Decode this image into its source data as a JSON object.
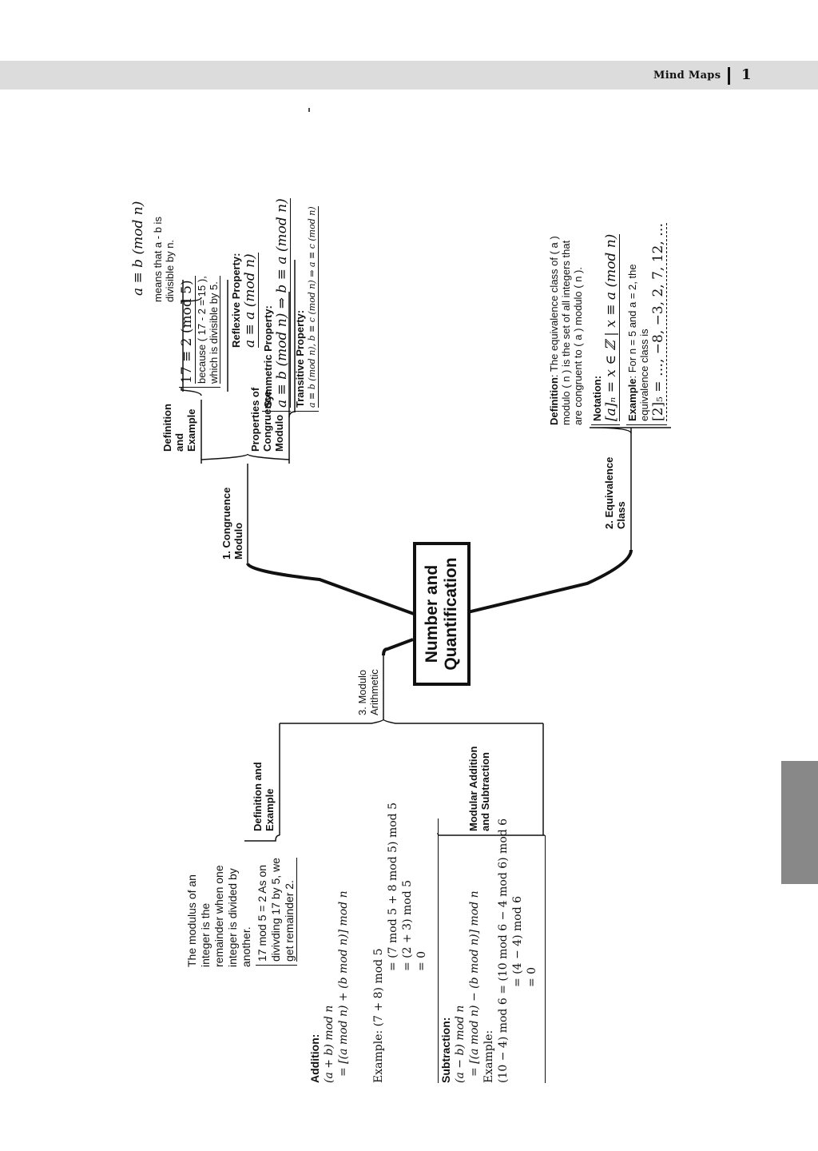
{
  "header": {
    "title": "Mind Maps",
    "page_number": "1"
  },
  "root": {
    "label_line1": "Number and",
    "label_line2": "Quantification"
  },
  "branches": {
    "congruence": {
      "label_line1": "1. Congruence",
      "label_line2": "Modulo",
      "definition": {
        "label_line1": "Definition",
        "label_line2": "and",
        "label_line3": "Example",
        "formula": "a ≡ b   (mod n)",
        "text_line1": "means that a - b is",
        "text_line2": "divisible by n.",
        "example_formula": "17 ≡ 2   (mod 5)",
        "example_line1": "because ( 17 - 2 = 15 ),",
        "example_line2": "which is divisible by 5."
      },
      "properties": {
        "label_line1": "Properties of",
        "label_line2": "Congruence",
        "label_line3": "Modulo",
        "reflexive_title": "Reflexive Property:",
        "reflexive_formula": "a ≡ a   (mod n)",
        "symmetric_title": "Symmetric Property:",
        "symmetric_formula": "a ≡ b  (mod n) ⇒ b ≡ a   (mod n)",
        "transitive_title": "Transitive Property:",
        "transitive_formula": "a ≡ b  (mod n), b ≡ c  (mod n) ⇒ a ≡ c  (mod n)"
      }
    },
    "equivalence": {
      "label_line1": "2. Equivalence",
      "label_line2": "Class",
      "definition_bold": "Definition",
      "definition_line1": ": The equivalence class of ( a )",
      "definition_line2": "modulo ( n ) is the set of all integers that",
      "definition_line3": "are congruent to ( a ) modulo ( n ).",
      "notation_title": "Notation:",
      "notation_formula": "[a]ₙ = x ∈ ℤ | x ≡ a   (mod n)",
      "example_bold": "Example",
      "example_line1": ": For n = 5  and a = 2, the",
      "example_line2": "equivalence class is",
      "example_formula": "[2]₅ = …, −8, −3, 2, 7, 12, …"
    },
    "modulo_arithmetic": {
      "label_line1": "3. Modulo",
      "label_line2": "Arithmetic",
      "definition": {
        "label_line1": "Definition and",
        "label_line2": "Example",
        "text_lines": [
          "The modulus of an",
          "integer is the",
          "remainder when one",
          "integer is divided by",
          "another."
        ],
        "example_lines": [
          "17 mod 5 = 2  As on",
          "divivding 17 by 5, we",
          "get remainder 2."
        ]
      },
      "add_sub": {
        "label_line1": "Modular Addition",
        "label_line2": "and Subtraction",
        "addition_title": "Addition:",
        "addition_line1": "(a + b) mod n",
        "addition_line2": "= [(a mod n) + (b mod n)] mod n",
        "addition_example_line1": "Example: (7 + 8) mod 5",
        "addition_example_line2": "= (7 mod 5 + 8 mod 5) mod 5",
        "addition_example_line3": "= (2 + 3) mod 5",
        "addition_example_line4": "= 0",
        "subtraction_title": "Subtraction:",
        "subtraction_line1": "(a − b) mod n",
        "subtraction_line2": "= [(a mod n) − (b mod n)] mod n",
        "subtraction_example_label": "Example:",
        "subtraction_example_line1": "(10 − 4) mod 6 = (10 mod 6 − 4 mod 6) mod 6",
        "subtraction_example_line2": "= (4 − 4) mod 6",
        "subtraction_example_line3": "= 0"
      }
    }
  }
}
